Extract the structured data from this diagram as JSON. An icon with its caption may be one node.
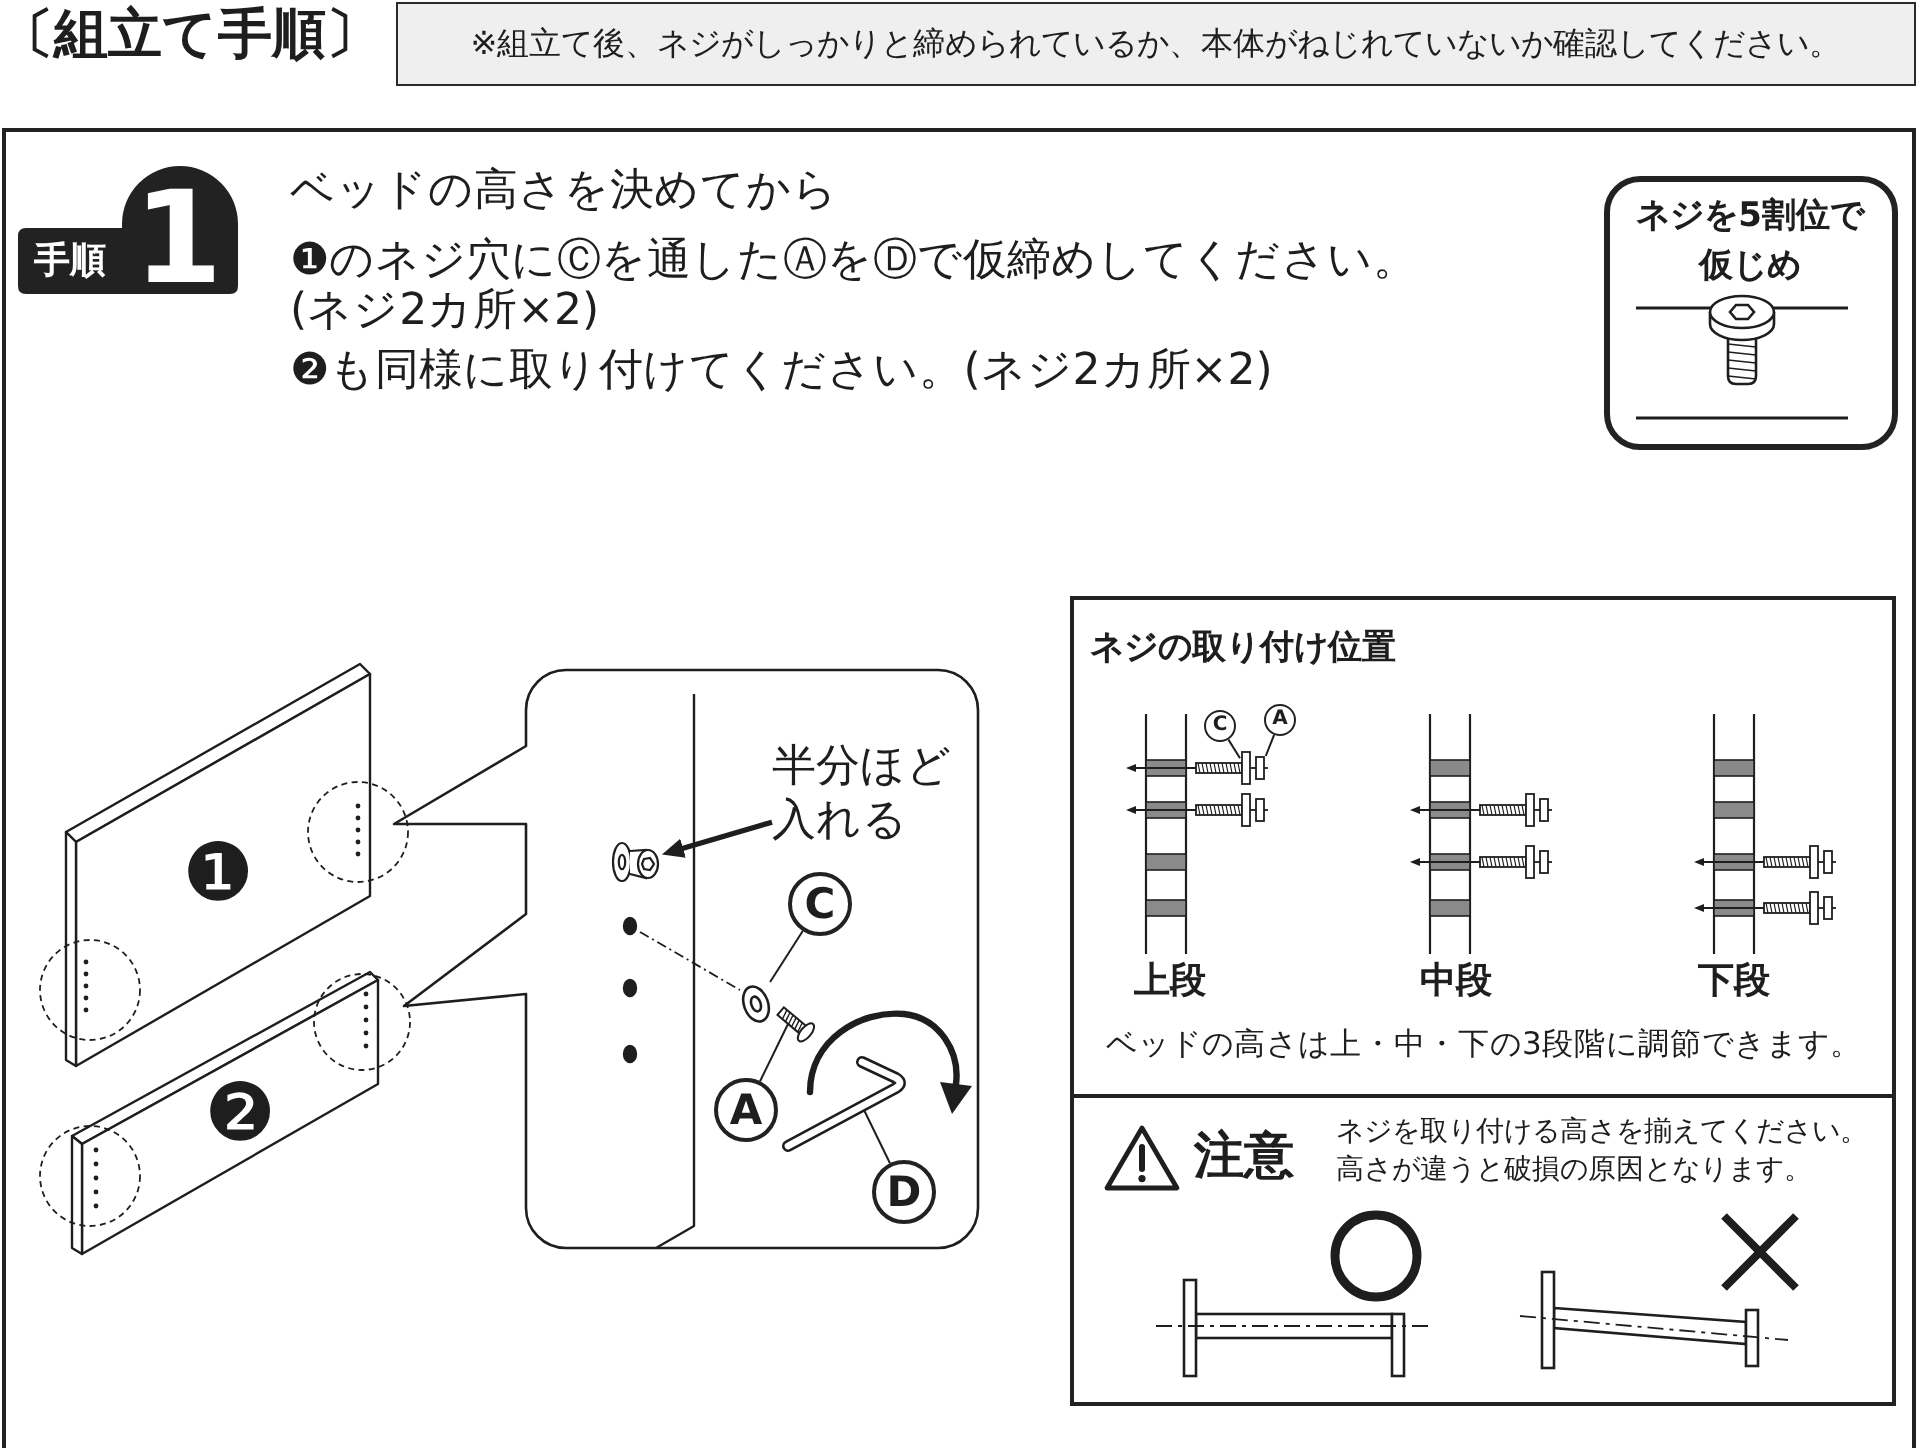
{
  "diagram": {
    "title": "〔組立て手順〕",
    "nodes": [
      {
        "text": [
          "※組立て後、ネジがしっかりと締められているか、本体がねじれていないか確認してください。"
        ]
      },
      {
        "text": [
          "ベッドの高さを決めてから",
          "❶のネジ穴にⒸを通したⒶをⒹで仮締めしてください。",
          "(ネジ2カ所×2)",
          "❷も同様に取り付けてください。(ネジ2カ所×2)"
        ]
      },
      {
        "text": [
          "手順",
          "1"
        ],
        "in": 1
      },
      {
        "text": [
          "ネジを5割位で仮じめ"
        ],
        "in": 1
      },
      {
        "text": [
          "半分ほど入れる"
        ],
        "in": 1
      },
      {
        "text": [],
        "shape": "picture",
        "in": 1
      },
      {
        "text": [
          "C"
        ],
        "in": 1
      },
      {
        "text": [],
        "shape": "picture",
        "in": 1
      },
      {
        "text": [
          "A"
        ],
        "in": 1
      },
      {
        "text": [],
        "shape": "picture",
        "in": 1
      },
      {
        "text": [
          "D"
        ],
        "in": 1
      },
      {
        "text": [],
        "shape": "picture",
        "in": 1
      },
      {
        "text": [
          "ネジの取り付け位置",
          "上段",
          "中段",
          "下段",
          "ベッドの高さは上・中・下の3段階に調節できます。"
        ],
        "in": 1
      },
      {
        "text": [
          "C"
        ],
        "in": 12
      },
      {
        "text": [
          "A"
        ],
        "in": 12
      },
      {
        "text": [],
        "shape": "picture",
        "in": 12
      },
      {
        "text": [],
        "shape": "picture",
        "in": 12
      },
      {
        "text": [
          "注意",
          "ネジを取り付ける高さを揃えてください。高さが違うと破損の原因となります。"
        ],
        "in": 1
      }
    ],
    "edges": [
      {
        "from": 4,
        "to": 5,
        "arrow": "to",
        "style": "thick"
      },
      {
        "from": 6,
        "to": 7,
        "arrow": "none"
      },
      {
        "from": 8,
        "to": 9,
        "arrow": "none"
      },
      {
        "from": 10,
        "to": 11,
        "arrow": "none"
      },
      {
        "from": 13,
        "to": 15,
        "arrow": "none"
      },
      {
        "from": 14,
        "to": 16,
        "arrow": "none"
      }
    ],
    "labels": [
      "❶",
      "❷"
    ]
  }
}
